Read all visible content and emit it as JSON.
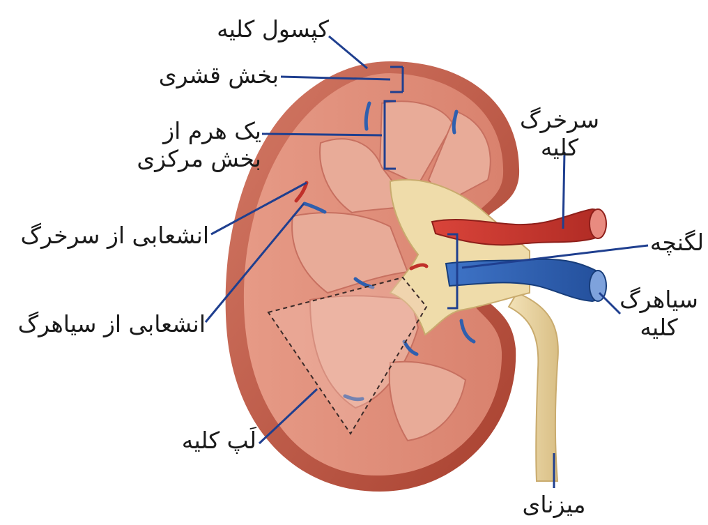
{
  "diagram": {
    "labels": {
      "capsule": "کپسول کلیه",
      "cortex": "بخش قشری",
      "pyramid_line1": "یک هرم از",
      "pyramid_line2": "بخش مرکزی",
      "artery_line1": "سرخرگ",
      "artery_line2": "کلیه",
      "artery_branch": "انشعابی از سرخرگ",
      "pelvis": "لگنچه",
      "vein_branch": "انشعابی از سیاهرگ",
      "vein_line1": "سیاهرگ",
      "vein_line2": "کلیه",
      "lobe": "لَپ کلیه",
      "ureter": "میزنای"
    },
    "colors": {
      "leader_line": "#1f3f8f",
      "capsule": "#b54a3b",
      "cortex": "#d98a78",
      "medulla": "#e4a392",
      "pelvis": "#efdcaa",
      "artery": "#c0302a",
      "vein": "#2f5fae",
      "ureter": "#e9d3a0"
    }
  }
}
